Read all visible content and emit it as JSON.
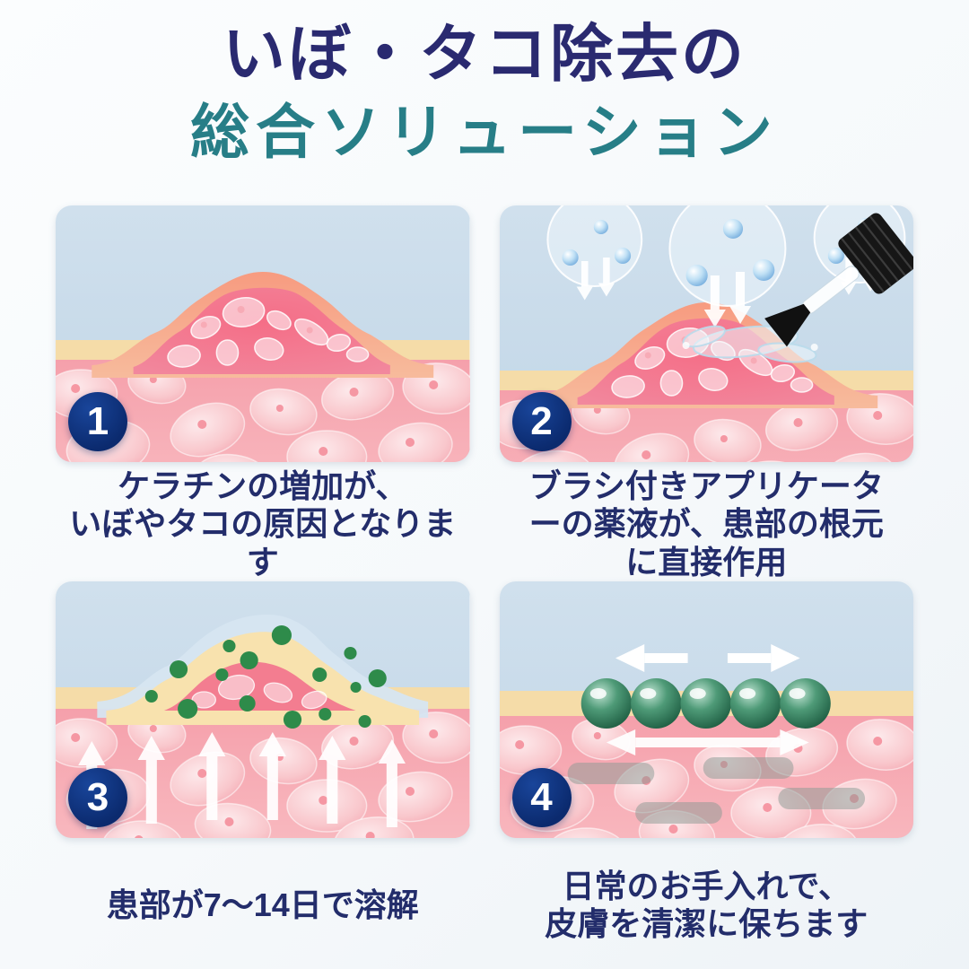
{
  "title": {
    "line1": "いぼ・タコ除去の",
    "line2": "総合ソリューション"
  },
  "steps": [
    {
      "number": "1",
      "caption_lines": [
        "ケラチンの増加が、",
        "いぼやタコの原因となります"
      ]
    },
    {
      "number": "2",
      "caption_lines": [
        "ブラシ付きアプリケータ",
        "ーの薬液が、患部の根元",
        "に直接作用"
      ]
    },
    {
      "number": "3",
      "caption_lines": [
        "患部が7〜14日で溶解"
      ]
    },
    {
      "number": "4",
      "caption_lines": [
        "日常のお手入れで、",
        "皮膚を清潔に保ちます"
      ]
    }
  ],
  "icons": {
    "step1_panel": "skin-bump-cross-section",
    "step2_panel": "applicator-brush-applying-liquid-with-bubbles",
    "step3_panel": "dissolving-bump-with-green-particles-and-up-arrows",
    "step4_panel": "green-spheres-on-smooth-skin-with-arrows"
  },
  "colors": {
    "title-navy": "#2a2a70",
    "title-teal": "#277e87",
    "caption-navy": "#232d6b",
    "badge-navy": "#0b2a6e",
    "sky-blue": "#c6d9e8",
    "cream": "#f5dca8",
    "derm-pink": "#f6a6b0",
    "bump-red": "#f2778e",
    "particle-green": "#2e8b4a",
    "sphere-green": "#1d5c41",
    "arrow-white": "#ffffff",
    "pill-gray": "#8a9a94",
    "page-bg-1": "#fbfdfe",
    "page-bg-2": "#eef3f7"
  }
}
